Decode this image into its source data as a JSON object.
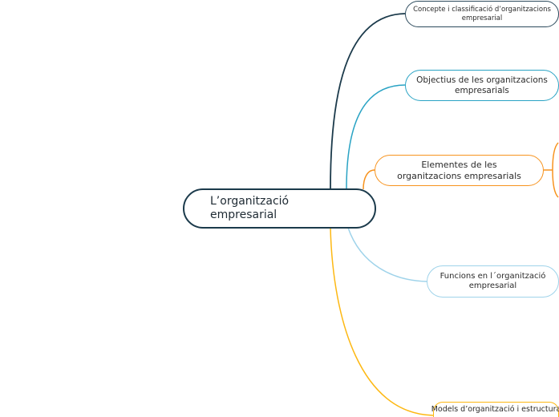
{
  "central": {
    "line1": "L’organització",
    "line2": "empresarial"
  },
  "branches": [
    {
      "line1": "Concepte i classificació d’organitzacions",
      "line2": "empresarial",
      "color": "#1b3a4b"
    },
    {
      "line1": "Objectius de les organitzacions",
      "line2": "empresarials",
      "color": "#2aa3c4"
    },
    {
      "line1": "Elementes de les",
      "line2": "organitzacions empresarials",
      "color": "#f7931e"
    },
    {
      "line1": "Funcions en l´organització",
      "line2": "empresarial",
      "color": "#9fd3ea"
    },
    {
      "line1": "Models d’organització i estructura",
      "line2": "",
      "color": "#fdb813"
    }
  ]
}
